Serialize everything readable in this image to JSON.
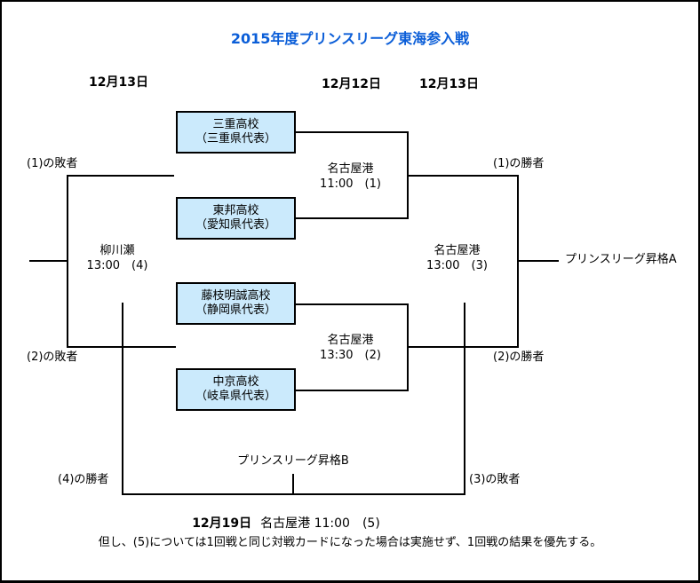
{
  "title": "2015年度プリンスリーグ東海参入戦",
  "date_headers": {
    "left": "12月13日",
    "center": "12月12日",
    "right": "12月13日"
  },
  "teams": {
    "mie": {
      "name": "三重高校",
      "rep": "（三重県代表）"
    },
    "toho": {
      "name": "東邦高校",
      "rep": "（愛知県代表）"
    },
    "fujieda": {
      "name": "藤枝明誠高校",
      "rep": "（静岡県代表）"
    },
    "chukyo": {
      "name": "中京高校",
      "rep": "（岐阜県代表）"
    }
  },
  "matches": {
    "m1": {
      "venue": "名古屋港",
      "time": "11:00　(1)"
    },
    "m2": {
      "venue": "名古屋港",
      "time": "13:30　(2)"
    },
    "m3": {
      "venue": "名古屋港",
      "time": "13:00　(3)"
    },
    "m4": {
      "venue": "柳川瀬",
      "time": "13:00　(4)"
    },
    "m5": {
      "date": "12月19日",
      "rest": "名古屋港 11:00　(5)"
    }
  },
  "labels": {
    "loser1": "(1)の敗者",
    "loser2": "(2)の敗者",
    "winner1": "(1)の勝者",
    "winner2": "(2)の勝者",
    "winner4": "(4)の勝者",
    "loser3": "(3)の敗者",
    "promotion_a": "プリンスリーグ昇格A",
    "promotion_b": "プリンスリーグ昇格B"
  },
  "note": "但し、(5)については1回戦と同じ対戦カードになった場合は実施せず、1回戦の結果を優先する。",
  "colors": {
    "title_blue": "#0B5ED8",
    "team_box_fill": "#CBEAFC",
    "line": "#000000"
  }
}
